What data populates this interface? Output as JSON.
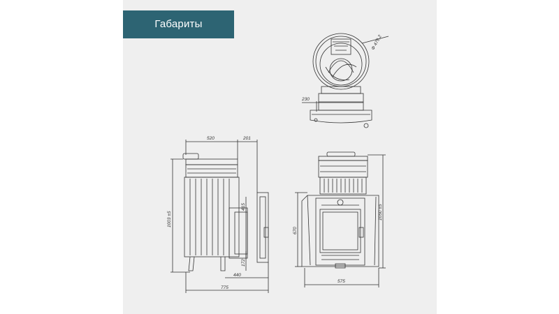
{
  "header": {
    "title": "Габариты"
  },
  "colors": {
    "banner": "#2d6473",
    "panel": "#efefef",
    "line": "#333333"
  },
  "dimensions": {
    "top_diameter": "Ф 479,2",
    "top_width": "230",
    "side_top_width": "520",
    "side_top_offset": "201",
    "side_height": "1003 ±5",
    "side_door_upper": "415",
    "side_door_lower": "172",
    "side_bottom_inner": "440",
    "side_overall": "775",
    "front_height_left": "670",
    "front_height_right": "1050 ±5",
    "front_width": "575"
  }
}
